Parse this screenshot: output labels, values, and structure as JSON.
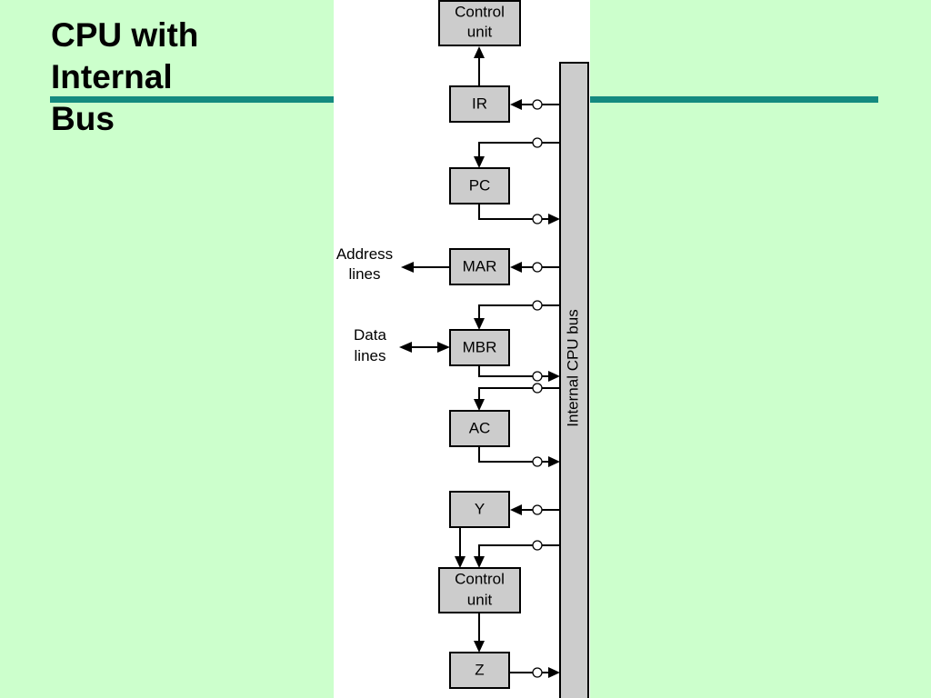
{
  "title_lines": [
    "CPU with",
    "Internal",
    "Bus"
  ],
  "diagram": {
    "bus_label": "Internal CPU bus",
    "registers": {
      "control_top": [
        "Control",
        "unit"
      ],
      "ir": "IR",
      "pc": "PC",
      "mar": "MAR",
      "mbr": "MBR",
      "ac": "AC",
      "y": "Y",
      "alu": [
        "Control",
        "unit"
      ],
      "z": "Z"
    },
    "address_lines": [
      "Address",
      "lines"
    ],
    "data_lines": [
      "Data",
      "lines"
    ]
  },
  "colors": {
    "background": "#ccffcc",
    "rule": "#148a7f",
    "register_fill": "#cccccc"
  }
}
